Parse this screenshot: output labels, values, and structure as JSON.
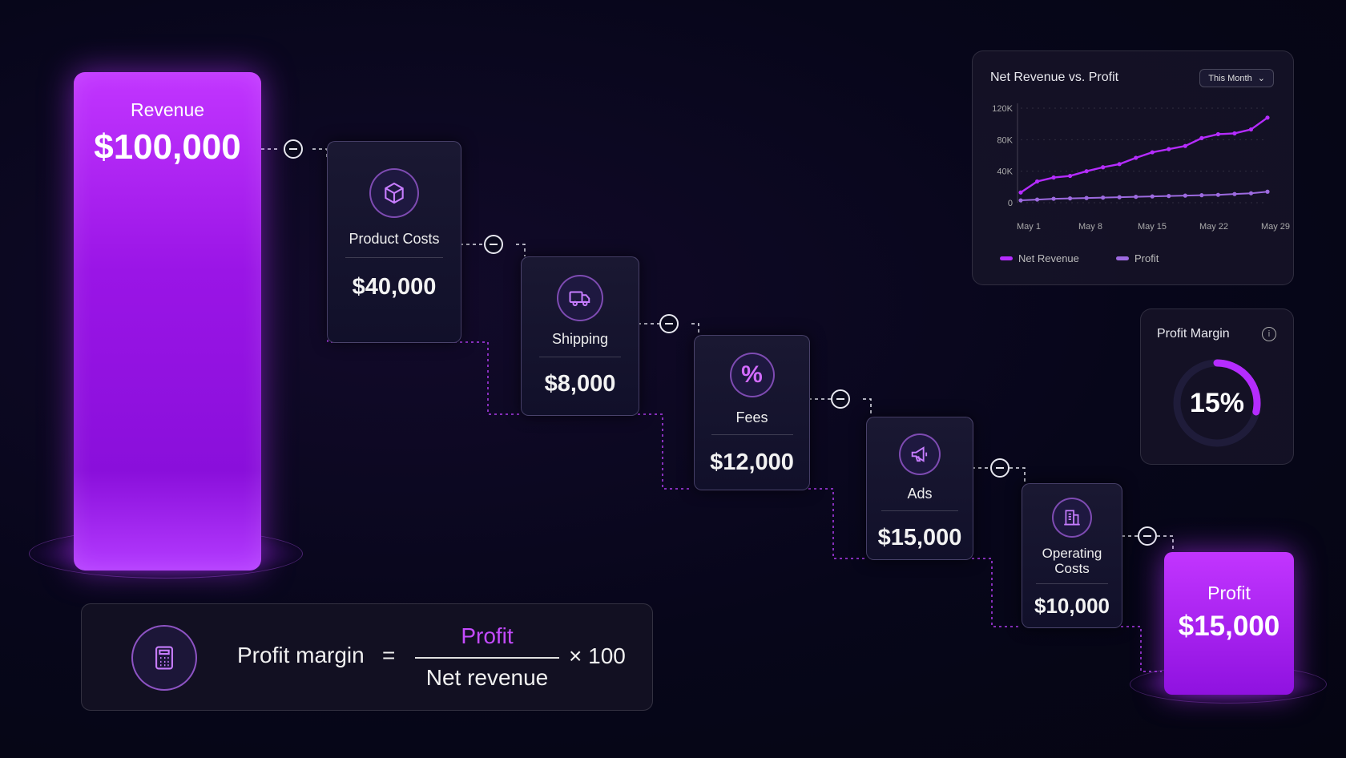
{
  "revenue": {
    "label": "Revenue",
    "value": "$100,000"
  },
  "steps": [
    {
      "name": "Product Costs",
      "amount": "$40,000",
      "icon": "package-icon"
    },
    {
      "name": "Shipping",
      "amount": "$8,000",
      "icon": "truck-icon"
    },
    {
      "name": "Fees",
      "amount": "$12,000",
      "icon": "percent-icon"
    },
    {
      "name": "Ads",
      "amount": "$15,000",
      "icon": "megaphone-icon"
    },
    {
      "name_line1": "Operating",
      "name_line2": "Costs",
      "amount": "$10,000",
      "icon": "building-icon"
    }
  ],
  "profit": {
    "label": "Profit",
    "value": "$15,000"
  },
  "margin_panel": {
    "title": "Profit Margin",
    "value": "15%",
    "percent": 15,
    "info_icon": "info-icon"
  },
  "formula": {
    "lhs": "Profit margin",
    "equals": "=",
    "numerator": "Profit",
    "denominator": "Net revenue",
    "multiplier": "× 100",
    "icon": "calculator-icon"
  },
  "colors": {
    "accent": "#b52cff",
    "profit_line": "#9d6ae0",
    "background": "#07061a"
  },
  "chart_data": {
    "type": "line",
    "title": "Net Revenue vs. Profit",
    "filter": "This Month",
    "x": [
      "May 1",
      "May 3",
      "May 5",
      "May 7",
      "May 8",
      "May 10",
      "May 12",
      "May 14",
      "May 15",
      "May 17",
      "May 19",
      "May 20",
      "May 22",
      "May 24",
      "May 26",
      "May 29"
    ],
    "x_ticks": [
      "May 1",
      "May 8",
      "May 15",
      "May 22",
      "May 29"
    ],
    "y_ticks": [
      "120K",
      "80K",
      "40K",
      "0"
    ],
    "ylim": [
      0,
      120000
    ],
    "grid": true,
    "legend_position": "bottom-left",
    "series": [
      {
        "name": "Net Revenue",
        "color": "#b52cff",
        "values": [
          13000,
          27000,
          32000,
          34000,
          40000,
          45000,
          49000,
          57000,
          64000,
          68000,
          72000,
          82000,
          87000,
          88000,
          93000,
          108000
        ]
      },
      {
        "name": "Profit",
        "color": "#9d6ae0",
        "values": [
          3000,
          4000,
          5000,
          5500,
          6000,
          6500,
          7000,
          7500,
          8000,
          8500,
          9000,
          9500,
          10000,
          11000,
          12000,
          14000
        ]
      }
    ]
  }
}
